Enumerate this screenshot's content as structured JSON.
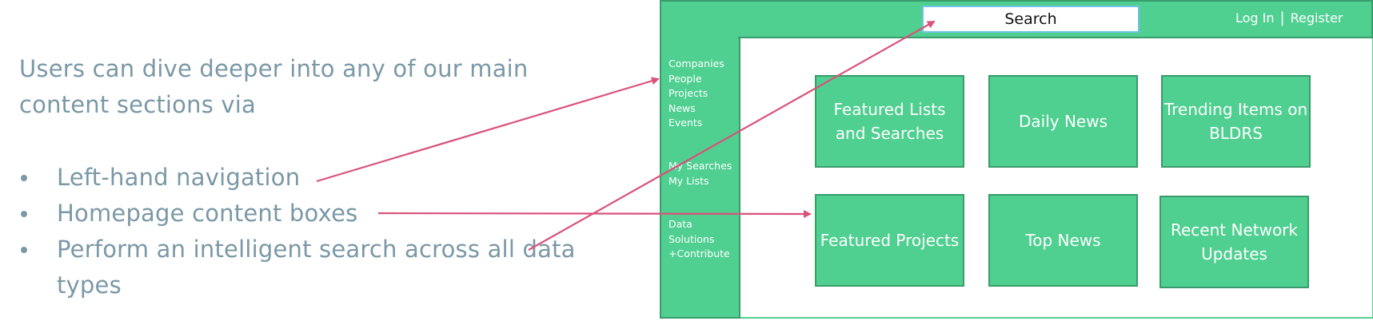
{
  "annotation": {
    "intro": "Users can dive deeper into any of our main content sections via",
    "bullets": [
      "Left-hand navigation",
      "Homepage content boxes",
      "Perform an intelligent search across all data types"
    ],
    "arrow_color": "#d9527a",
    "text_color": "#7a98a6"
  },
  "mockup": {
    "brand_color": "#4fcf90",
    "header": {
      "search_label": "Search",
      "login": "Log In",
      "separator": "|",
      "register": "Register"
    },
    "sidebar": {
      "primary": [
        "Companies",
        "People",
        "Projects",
        "News",
        "Events"
      ],
      "personal": [
        "My Searches",
        "My Lists"
      ],
      "extras": [
        "Data",
        "Solutions",
        "+Contribute"
      ]
    },
    "tiles": [
      "Featured Lists and Searches",
      "Daily News",
      "Trending Items on BLDRS",
      "Featured Projects",
      "Top News",
      "Recent Network Updates"
    ]
  }
}
